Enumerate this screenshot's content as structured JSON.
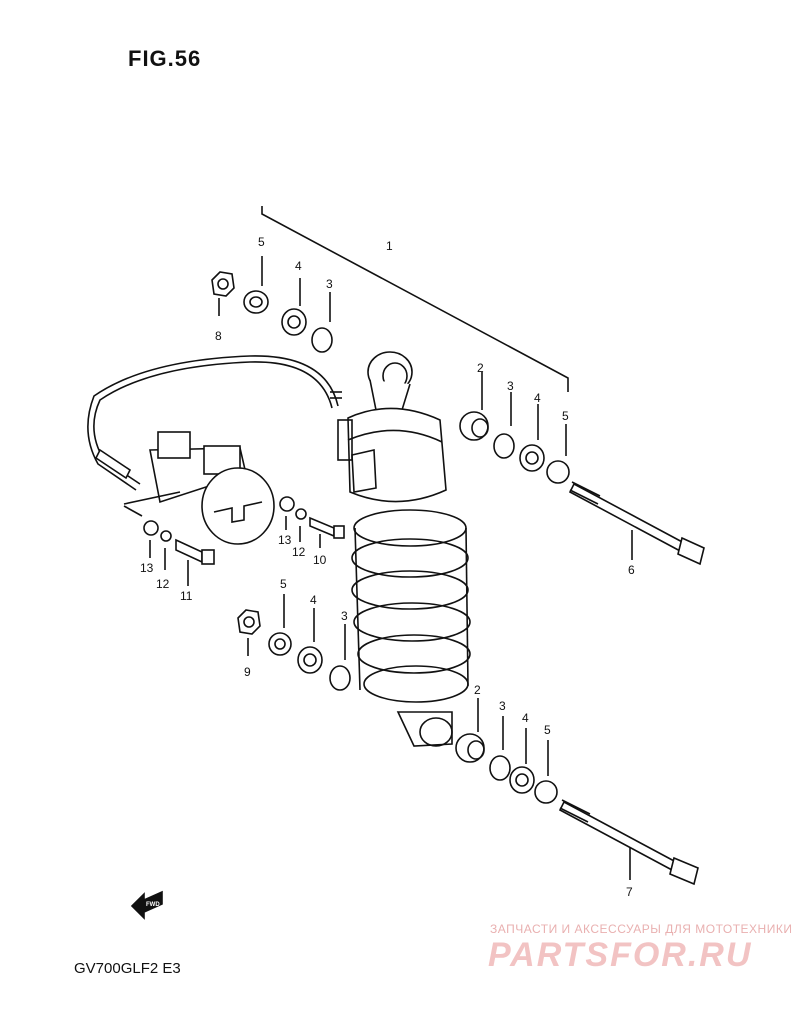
{
  "figure_title": "FIG.56",
  "model_code": "GV700GLF2  E3",
  "fwd_label": "FWD",
  "watermark": {
    "tagline": "ЗАПЧАСТИ И АКСЕССУАРЫ ДЛЯ МОТОТЕХНИКИ",
    "brand": "PARTSFOR.RU",
    "color": "#f2c3c3"
  },
  "callouts": {
    "c1": "1",
    "c2a": "2",
    "c2b": "2",
    "c3a": "3",
    "c3b": "3",
    "c3c": "3",
    "c3d": "3",
    "c4a": "4",
    "c4b": "4",
    "c4c": "4",
    "c4d": "4",
    "c5a": "5",
    "c5b": "5",
    "c5c": "5",
    "c5d": "5",
    "c6": "6",
    "c7": "7",
    "c8": "8",
    "c9": "9",
    "c10": "10",
    "c11": "11",
    "c12a": "12",
    "c12b": "12",
    "c13a": "13",
    "c13b": "13"
  }
}
